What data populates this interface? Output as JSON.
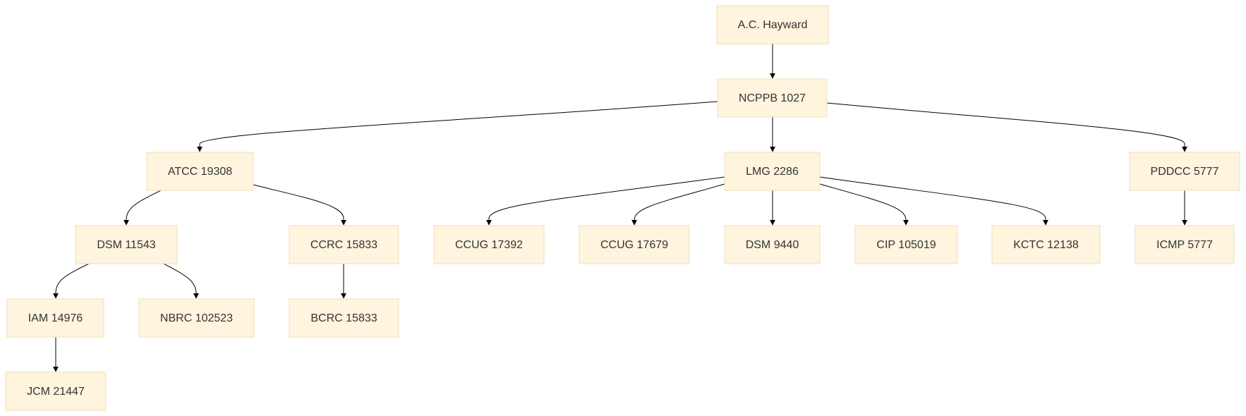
{
  "diagram": {
    "type": "tree",
    "node_style": {
      "fill": "#fff4dd",
      "border": "#f2dfb4",
      "text": "#333333"
    },
    "edge_color": "#000000",
    "nodes": [
      {
        "id": "hayward",
        "label": "A.C. Hayward"
      },
      {
        "id": "ncppb1027",
        "label": "NCPPB 1027"
      },
      {
        "id": "atcc19308",
        "label": "ATCC 19308"
      },
      {
        "id": "lmg2286",
        "label": "LMG 2286"
      },
      {
        "id": "pddcc5777",
        "label": "PDDCC 5777"
      },
      {
        "id": "dsm11543",
        "label": "DSM 11543"
      },
      {
        "id": "ccrc15833",
        "label": "CCRC 15833"
      },
      {
        "id": "ccug17392",
        "label": "CCUG 17392"
      },
      {
        "id": "ccug17679",
        "label": "CCUG 17679"
      },
      {
        "id": "dsm9440",
        "label": "DSM 9440"
      },
      {
        "id": "cip105019",
        "label": "CIP 105019"
      },
      {
        "id": "kctc12138",
        "label": "KCTC 12138"
      },
      {
        "id": "icmp5777",
        "label": "ICMP 5777"
      },
      {
        "id": "iam14976",
        "label": "IAM 14976"
      },
      {
        "id": "nbrc102523",
        "label": "NBRC 102523"
      },
      {
        "id": "bcrc15833",
        "label": "BCRC 15833"
      },
      {
        "id": "jcm21447",
        "label": "JCM 21447"
      }
    ],
    "edges": [
      {
        "from": "hayward",
        "to": "ncppb1027"
      },
      {
        "from": "ncppb1027",
        "to": "atcc19308"
      },
      {
        "from": "ncppb1027",
        "to": "lmg2286"
      },
      {
        "from": "ncppb1027",
        "to": "pddcc5777"
      },
      {
        "from": "atcc19308",
        "to": "dsm11543"
      },
      {
        "from": "atcc19308",
        "to": "ccrc15833"
      },
      {
        "from": "lmg2286",
        "to": "ccug17392"
      },
      {
        "from": "lmg2286",
        "to": "ccug17679"
      },
      {
        "from": "lmg2286",
        "to": "dsm9440"
      },
      {
        "from": "lmg2286",
        "to": "cip105019"
      },
      {
        "from": "lmg2286",
        "to": "kctc12138"
      },
      {
        "from": "pddcc5777",
        "to": "icmp5777"
      },
      {
        "from": "dsm11543",
        "to": "iam14976"
      },
      {
        "from": "dsm11543",
        "to": "nbrc102523"
      },
      {
        "from": "ccrc15833",
        "to": "bcrc15833"
      },
      {
        "from": "iam14976",
        "to": "jcm21447"
      }
    ]
  }
}
